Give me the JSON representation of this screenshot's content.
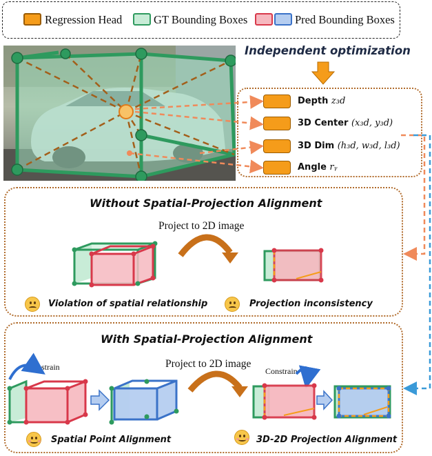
{
  "legend": {
    "items": [
      {
        "label": "Regression Head",
        "fill": "#f59c1a",
        "stroke": "#9a5b00"
      },
      {
        "label": "GT Bounding Boxes",
        "fill": "#c8ecd7",
        "stroke": "#2e9a5e"
      },
      {
        "label": "Pred Bounding Boxes",
        "fill": "#f6b8bf",
        "stroke": "#d8384a"
      },
      {
        "label": "",
        "fill": "#b5cdf0",
        "stroke": "#3a72c8"
      }
    ]
  },
  "top": {
    "title": "Independent optimization",
    "params": [
      {
        "text": "Depth ",
        "math": "z₃d"
      },
      {
        "text": "3D Center ",
        "math": "(x₃d, y₃d)"
      },
      {
        "text": "3D Dim ",
        "math": "(h₃d, w₃d, l₃d)"
      },
      {
        "text": "Angle ",
        "math": "rᵧ"
      }
    ]
  },
  "panel_without": {
    "title": "Without Spatial-Projection Alignment",
    "project_label": "Project to 2D image",
    "caption_left": "Violation of spatial relationship",
    "caption_right": "Projection inconsistency"
  },
  "panel_with": {
    "title": "With Spatial-Projection Alignment",
    "project_label": "Project to 2D image",
    "constrain_left": "Constrain",
    "constrain_right": "Constrain",
    "caption_left": "Spatial Point Alignment",
    "caption_right": "3D-2D Projection Alignment"
  },
  "colors": {
    "gt": "#2e9a5e",
    "gt_fill": "#c8ecd7",
    "pred_red": "#d8384a",
    "pred_red_fill": "#f6b8bf",
    "pred_blue": "#3a72c8",
    "pred_blue_fill": "#b5cdf0",
    "head": "#f59c1a",
    "dash_orange": "#f08a5a",
    "dash_blue": "#3a9ad8",
    "panel_border": "#b06a2a"
  },
  "icons": [
    "down-arrow-icon",
    "curved-arrow-icon",
    "right-arrow-icon",
    "sad-face-icon",
    "happy-face-icon",
    "car-photo"
  ]
}
